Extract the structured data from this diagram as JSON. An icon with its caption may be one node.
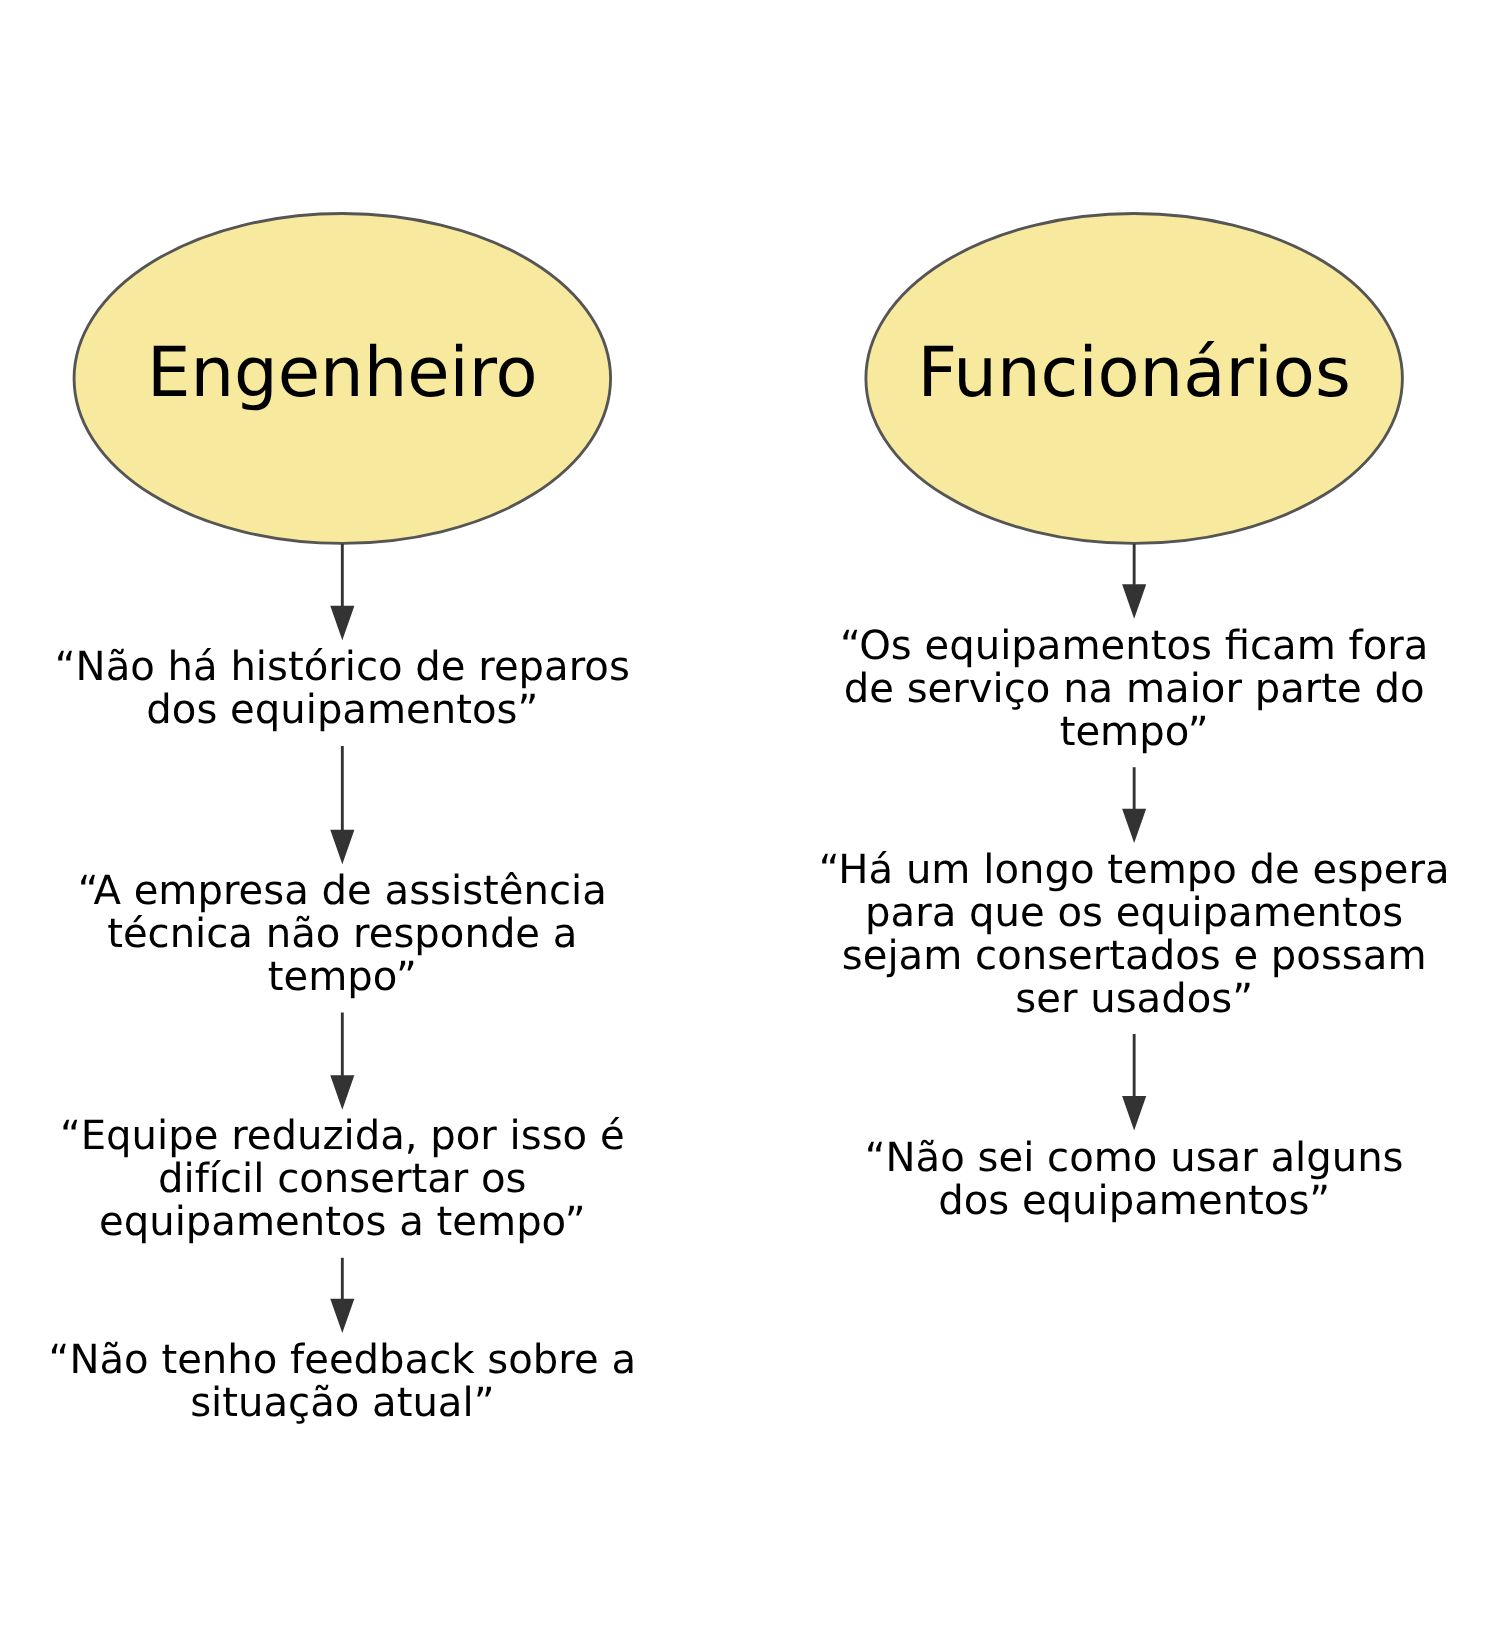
{
  "diagram": {
    "nodes": [
      {
        "text": [
          "Engenheiro"
        ]
      },
      {
        "text": [
          "Funcionários"
        ]
      },
      {
        "text": [
          "“Não há histórico de reparos dos equipamentos”"
        ]
      },
      {
        "text": [
          "“A empresa de assistência técnica não responde a tempo”"
        ]
      },
      {
        "text": [
          "“Equipe reduzida, por isso é difícil consertar os equipamentos a tempo”"
        ]
      },
      {
        "text": [
          "“Não tenho feedback sobre a situação atual”"
        ]
      },
      {
        "text": [
          "“Os equipamentos ficam fora de serviço na maior parte do tempo”"
        ]
      },
      {
        "text": [
          "“Há um longo tempo de espera para que os equipamentos sejam consertados e possam ser usados”"
        ]
      },
      {
        "text": [
          "“Não sei como usar alguns dos equipamentos”"
        ]
      }
    ],
    "edges": [
      {
        "from": 0,
        "to": 2,
        "arrow": "to"
      },
      {
        "from": 2,
        "to": 3,
        "arrow": "to"
      },
      {
        "from": 3,
        "to": 4,
        "arrow": "to"
      },
      {
        "from": 4,
        "to": 5,
        "arrow": "to"
      },
      {
        "from": 1,
        "to": 6,
        "arrow": "to"
      },
      {
        "from": 6,
        "to": 7,
        "arrow": "to"
      },
      {
        "from": 7,
        "to": 8,
        "arrow": "to"
      }
    ]
  }
}
